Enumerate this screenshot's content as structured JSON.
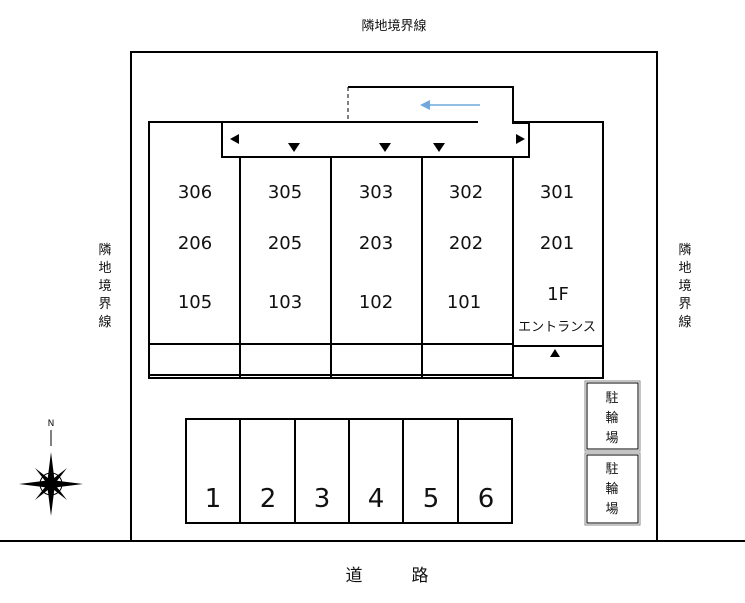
{
  "labels": {
    "top_boundary": "隣地境界線",
    "left_boundary": [
      "隣",
      "地",
      "境",
      "界",
      "線"
    ],
    "right_boundary": [
      "隣",
      "地",
      "境",
      "界",
      "線"
    ],
    "road": [
      "道",
      "路"
    ],
    "entrance": "エントランス",
    "compass_north": "N"
  },
  "building": {
    "columns": [
      {
        "floor3": "306",
        "floor2": "206",
        "floor1": "105"
      },
      {
        "floor3": "305",
        "floor2": "205",
        "floor1": "103"
      },
      {
        "floor3": "303",
        "floor2": "203",
        "floor1": "102"
      },
      {
        "floor3": "302",
        "floor2": "202",
        "floor1": "101"
      },
      {
        "floor3": "301",
        "floor2": "201",
        "floor1": "1F"
      }
    ]
  },
  "parking": [
    "1",
    "2",
    "3",
    "4",
    "5",
    "6"
  ],
  "bicycle_parking": [
    [
      "駐",
      "輪",
      "場"
    ],
    [
      "駐",
      "輪",
      "場"
    ]
  ],
  "colors": {
    "line": "#000000",
    "arrow": "#6fa8dc"
  }
}
